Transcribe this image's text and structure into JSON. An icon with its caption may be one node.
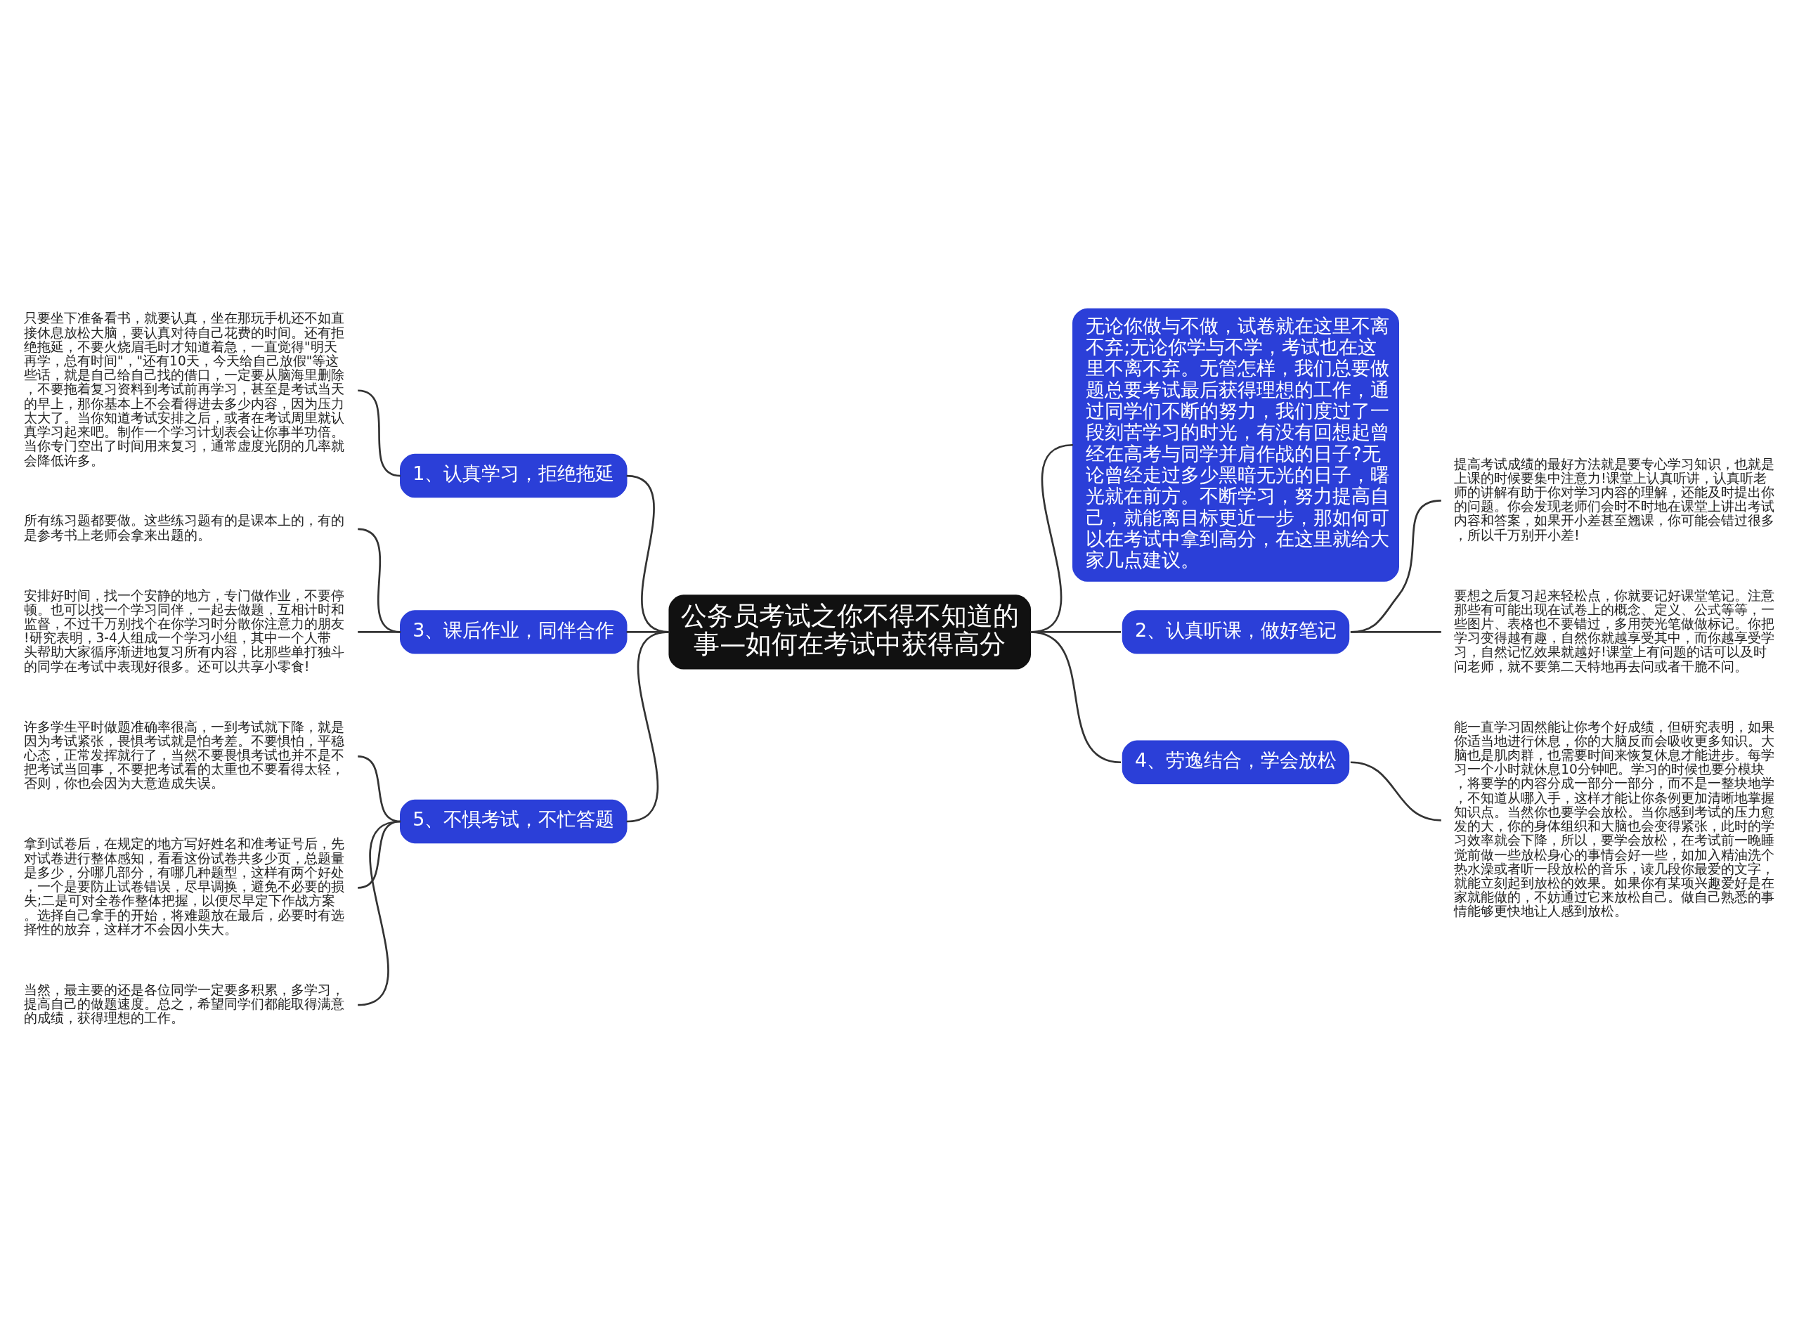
{
  "diagram": {
    "nodes": [
      {
        "text": [
          "公务员考试之你不得不知道的事—如何在考试中获得高分"
        ]
      },
      {
        "text": [
          "无论你做与不做，试卷就在这里不离不弃;无论你学与不学，考试也在这里不离不弃。无管怎样，我们总要做题总要考试最后获得理想的工作，通过同学们不断的努力，我们度过了一段刻苦学习的时光，有没有回想起曾经在高考与同学并肩作战的日子?无论曾经走过多少黑暗无光的日子，曙光就在前方。不断学习，努力提高自己，就能离目标更近一步，那如何可以在考试中拿到高分，在这里就给大家几点建议。"
        ]
      },
      {
        "text": [
          "1、认真学习，拒绝拖延"
        ]
      },
      {
        "text": [
          "只要坐下准备看书，就要认真，坐在那玩手机还不如直接休息放松大脑，要认真对待自己花费的时间。还有拒绝拖延，不要火烧眉毛时才知道着急，一直觉得\"明天再学，总有时间\"，\"还有10天，今天给自己放假\"等这些话，就是自己给自己找的借口，一定要从脑海里删除，不要拖着复习资料到考试前再学习，甚至是考试当天的早上，那你基本上不会看得进去多少内容，因为压力太大了。当你知道考试安排之后，或者在考试周里就认真学习起来吧。制作一个学习计划表会让你事半功倍。当你专门空出了时间用来复习，通常虚度光阴的几率就会降低许多。"
        ]
      },
      {
        "text": [
          "2、认真听课，做好笔记"
        ]
      },
      {
        "text": [
          "提高考试成绩的最好方法就是要专心学习知识，也就是上课的时候要集中注意力!课堂上认真听讲，认真听老师的讲解有助于你对学习内容的理解，还能及时提出你的问题。你会发现老师们会时不时地在课堂上讲出考试内容和答案，如果开小差甚至翘课，你可能会错过很多，所以千万别开小差!"
        ]
      },
      {
        "text": [
          "要想之后复习起来轻松点，你就要记好课堂笔记。注意那些有可能出现在试卷上的概念、定义、公式等等，一些图片、表格也不要错过，多用荧光笔做做标记。你把学习变得越有趣，自然你就越享受其中，而你越享受学习，自然记忆效果就越好!课堂上有问题的话可以及时问老师，就不要第二天特地再去问或者干脆不问。"
        ]
      },
      {
        "text": [
          "3、课后作业，同伴合作"
        ]
      },
      {
        "text": [
          "所有练习题都要做。这些练习题有的是课本上的，有的是参考书上老师会拿来出题的。"
        ]
      },
      {
        "text": [
          "安排好时间，找一个安静的地方，专门做作业，不要停顿。也可以找一个学习同伴，一起去做题，互相计时和监督，不过千万别找个在你学习时分散你注意力的朋友!研究表明，3-4人组成一个学习小组，其中一个人带头帮助大家循序渐进地复习所有内容，比那些单打独斗的同学在考试中表现好很多。还可以共享小零食!"
        ]
      },
      {
        "text": [
          "4、劳逸结合，学会放松"
        ]
      },
      {
        "text": [
          "能一直学习固然能让你考个好成绩，但研究表明，如果你适当地进行休息，你的大脑反而会吸收更多知识。大脑也是肌肉群，也需要时间来恢复休息才能进步。每学习一个小时就休息10分钟吧。学习的时候也要分模块，将要学的内容分成一部分一部分，而不是一整块地学，不知道从哪入手，这样才能让你条例更加清晰地掌握知识点。当然你也要学会放松。当你感到考试的压力愈发的大，你的身体组织和大脑也会变得紧张，此时的学习效率就会下降，所以，要学会放松，在考试前一晚睡觉前做一些放松身心的事情会好一些，如加入精油洗个热水澡或者听一段放松的音乐，读几段你最爱的文字，就能立刻起到放松的效果。如果你有某项兴趣爱好是在家就能做的，不妨通过它来放松自己。做自己熟悉的事情能够更快地让人感到放松。"
        ]
      },
      {
        "text": [
          "5、不惧考试，不忙答题"
        ]
      },
      {
        "text": [
          "许多学生平时做题准确率很高，一到考试就下降，就是因为考试紧张，畏惧考试就是怕考差。不要惧怕，平稳心态，正常发挥就行了，当然不要畏惧考试也并不是不把考试当回事，不要把考试看的太重也不要看得太轻，否则，你也会因为大意造成失误。"
        ]
      },
      {
        "text": [
          "拿到试卷后，在规定的地方写好姓名和准考证号后，先对试卷进行整体感知，看看这份试卷共多少页，总题量是多少，分哪几部分，有哪几种题型，这样有两个好处，一个是要防止试卷错误，尽早调换，避免不必要的损失;二是可对全卷作整体把握，以便尽早定下作战方案。选择自己拿手的开始，将难题放在最后，必要时有选择性的放弃，这样才不会因小失大。"
        ]
      },
      {
        "text": [
          "当然，最主要的还是各位同学一定要多积累，多学习，提高自己的做题速度。总之，希望同学们都能取得满意的成绩，获得理想的工作。"
        ]
      }
    ],
    "edges": [
      {
        "from": 0,
        "to": 1,
        "arrow": "none"
      },
      {
        "from": 0,
        "to": 2,
        "arrow": "none"
      },
      {
        "from": 2,
        "to": 3,
        "arrow": "none"
      },
      {
        "from": 0,
        "to": 4,
        "arrow": "none"
      },
      {
        "from": 4,
        "to": 5,
        "arrow": "none"
      },
      {
        "from": 4,
        "to": 6,
        "arrow": "none"
      },
      {
        "from": 0,
        "to": 7,
        "arrow": "none"
      },
      {
        "from": 7,
        "to": 8,
        "arrow": "none"
      },
      {
        "from": 7,
        "to": 9,
        "arrow": "none"
      },
      {
        "from": 0,
        "to": 10,
        "arrow": "none"
      },
      {
        "from": 10,
        "to": 11,
        "arrow": "none"
      },
      {
        "from": 0,
        "to": 12,
        "arrow": "none"
      },
      {
        "from": 12,
        "to": 13,
        "arrow": "none"
      },
      {
        "from": 12,
        "to": 14,
        "arrow": "none"
      },
      {
        "from": 12,
        "to": 15,
        "arrow": "none"
      }
    ]
  }
}
